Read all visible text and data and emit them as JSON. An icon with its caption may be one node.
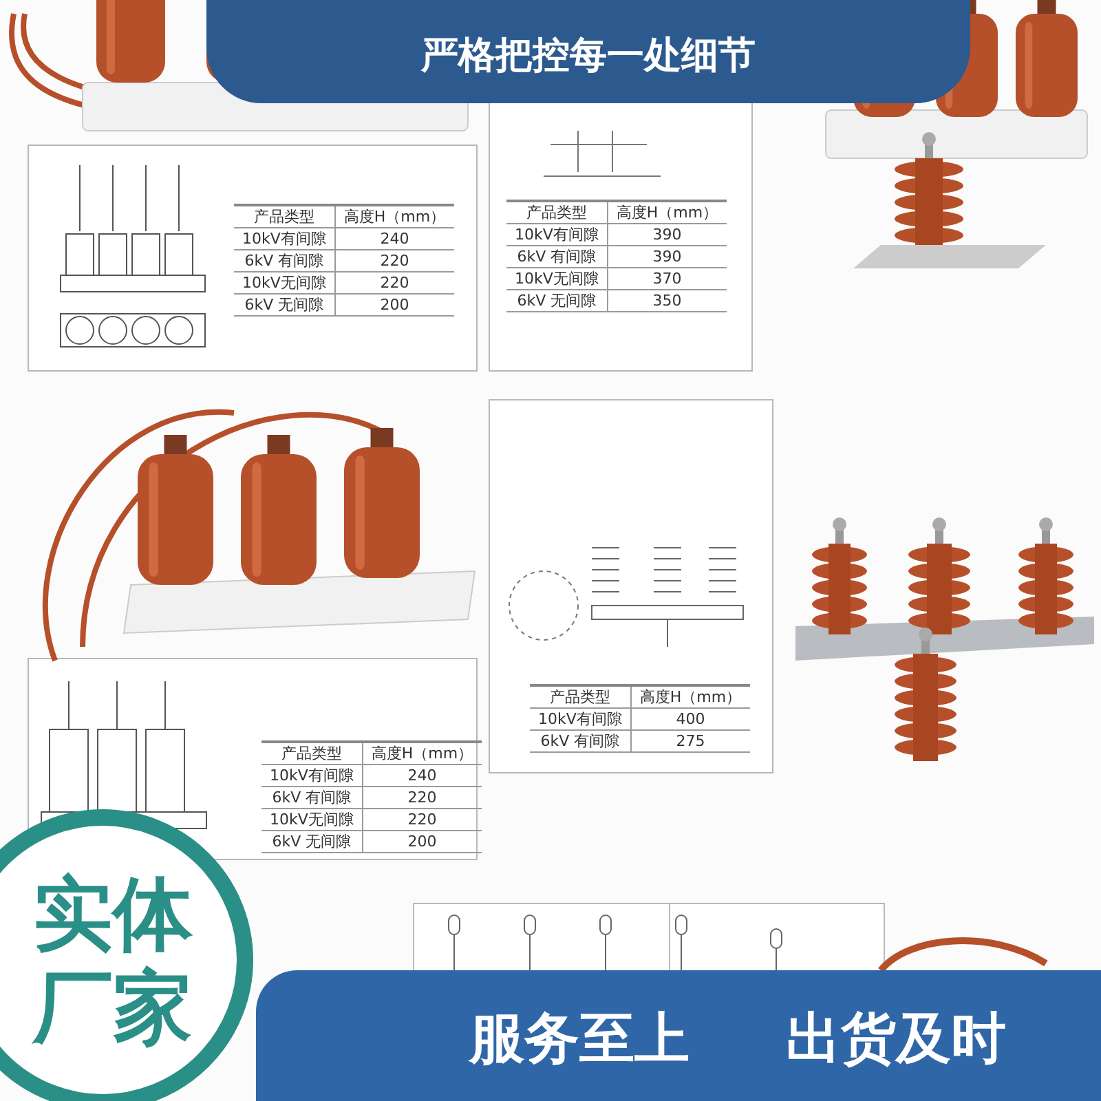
{
  "diagram": {
    "title": "严格把控每一处细节",
    "nodes": [
      {
        "text": [
          "实体厂家"
        ]
      },
      {
        "text": [
          "服务至上",
          "出货及时"
        ]
      }
    ],
    "labels": [
      "产品类型",
      "高度H（mm）",
      "10kV有间隙",
      "240",
      "6kV 有间隙",
      "220",
      "10kV无间隙",
      "220",
      "6kV 无间隙",
      "200",
      "产品类型",
      "高度H（mm）",
      "10kV有间隙",
      "390",
      "6kV 有间隙",
      "390",
      "10kV无间隙",
      "370",
      "6kV 无间隙",
      "350",
      "产品类型",
      "高度H（mm）",
      "10kV有间隙",
      "400",
      "6kV 有间隙",
      "275",
      "产品类型",
      "高度H（mm）",
      "10kV有间隙",
      "240",
      "6kV 有间隙",
      "220",
      "10kV无间隙",
      "220",
      "6kV 无间隙",
      "200"
    ]
  }
}
